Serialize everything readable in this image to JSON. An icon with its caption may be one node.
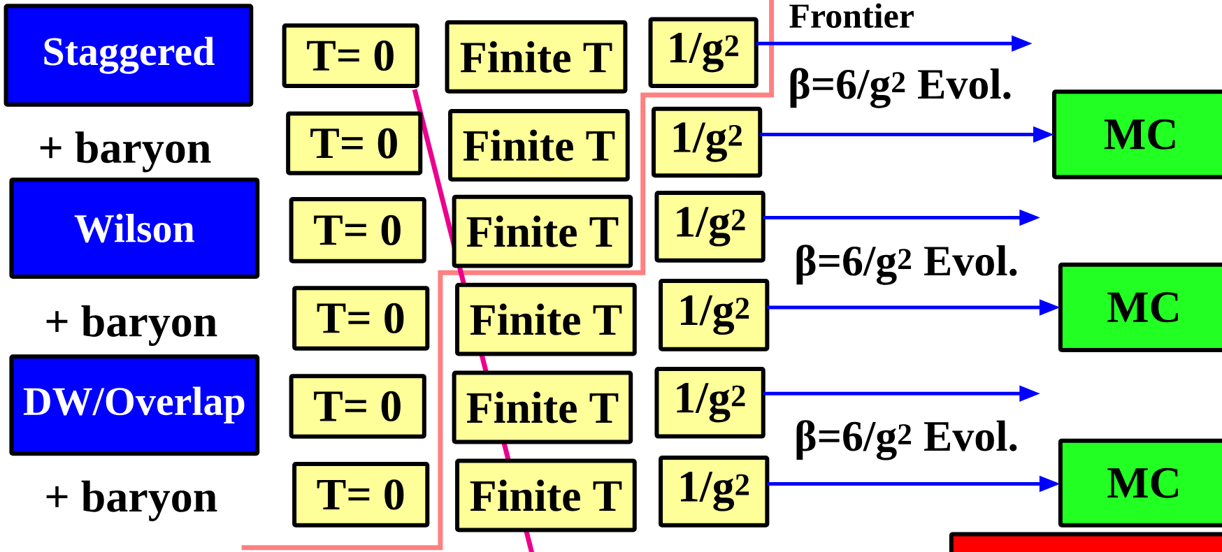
{
  "diagram": {
    "nodes": [
      {
        "text": [
          "Staggered"
        ]
      },
      {
        "text": [
          "T= 0"
        ]
      },
      {
        "text": [
          "Finite T"
        ]
      },
      {
        "text": [
          "1/g$^{2}$"
        ]
      },
      {
        "text": [
          "T= 0"
        ]
      },
      {
        "text": [
          "Finite T"
        ]
      },
      {
        "text": [
          "1/g$^{2}$"
        ]
      },
      {
        "text": [
          "MC"
        ]
      },
      {
        "text": [
          "Wilson"
        ]
      },
      {
        "text": [
          "T= 0"
        ]
      },
      {
        "text": [
          "Finite T"
        ]
      },
      {
        "text": [
          "1/g$^{2}$"
        ]
      },
      {
        "text": [
          "T= 0"
        ]
      },
      {
        "text": [
          "Finite T"
        ]
      },
      {
        "text": [
          "1/g$^{2}$"
        ]
      },
      {
        "text": [
          "MC"
        ]
      },
      {
        "text": [
          "DW/Overlap"
        ]
      },
      {
        "text": [
          "T= 0"
        ]
      },
      {
        "text": [
          "Finite T"
        ]
      },
      {
        "text": [
          "1/g$^{2}$"
        ]
      },
      {
        "text": [
          "T= 0"
        ]
      },
      {
        "text": [
          "Finite T"
        ]
      },
      {
        "text": [
          "1/g$^{2}$"
        ]
      },
      {
        "text": [
          "MC"
        ]
      },
      {
        "text": [],
        "shape": "box"
      }
    ],
    "edges": [
      {
        "from": 3,
        "to": null,
        "arrow": "to"
      },
      {
        "from": 6,
        "to": 7,
        "arrow": "to"
      },
      {
        "from": 11,
        "to": null,
        "arrow": "to"
      },
      {
        "from": 14,
        "to": 15,
        "arrow": "to"
      },
      {
        "from": 19,
        "to": null,
        "arrow": "to"
      },
      {
        "from": 22,
        "to": 23,
        "arrow": "to"
      }
    ],
    "labels": [
      "Frontier",
      "β=6/g$^{2}$ Evol.",
      "+ baryon",
      "β=6/g$^{2}$ Evol.",
      "+ baryon",
      "β=6/g$^{2}$ Evol.",
      "+ baryon"
    ]
  }
}
